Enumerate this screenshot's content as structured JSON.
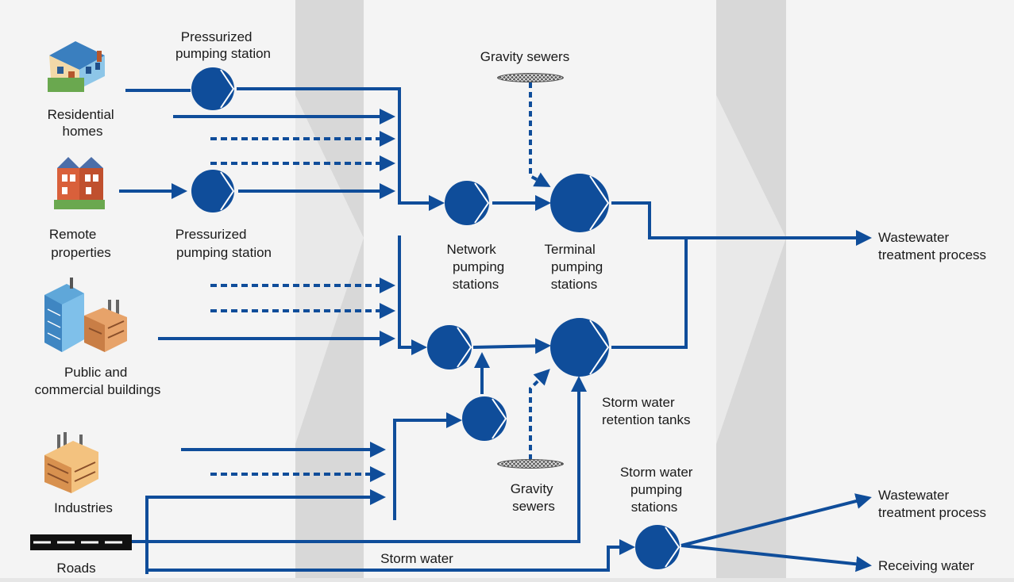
{
  "labels": {
    "pressurized_top": [
      "Pressurized",
      "pumping station"
    ],
    "residential": [
      "Residential",
      "homes"
    ],
    "remote": [
      "Remote",
      "properties"
    ],
    "pressurized_bottom": [
      "Pressurized",
      "pumping station"
    ],
    "gravity_top": "Gravity sewers",
    "network": [
      "Network",
      "pumping",
      "stations"
    ],
    "terminal": [
      "Terminal",
      "pumping",
      "stations"
    ],
    "public": [
      "Public and",
      "commercial buildings"
    ],
    "retention": [
      "Storm water",
      "retention tanks"
    ],
    "industries": "Industries",
    "gravity_bottom": [
      "Gravity",
      "sewers"
    ],
    "storm_pumping": [
      "Storm water",
      "pumping",
      "stations"
    ],
    "roads": "Roads",
    "storm_water": "Storm water",
    "wwtp_top": [
      "Wastewater",
      "treatment process"
    ],
    "wwtp_bottom": [
      "Wastewater",
      "treatment process"
    ],
    "receiving": "Receiving water"
  },
  "colors": {
    "flow": "#0f4d9a",
    "background": "#e6e6e6",
    "panel": "#f4f4f4",
    "divider": "#d3d3d3"
  }
}
